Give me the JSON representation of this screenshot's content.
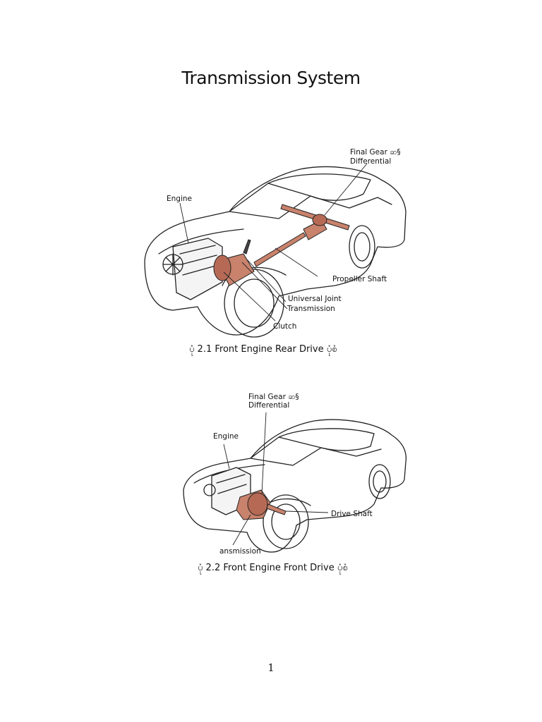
{
  "page": {
    "title": "Transmission System",
    "page_number": "1"
  },
  "figure1": {
    "labels": {
      "final_gear": "Final Gear ဆ§",
      "differential": "Differential",
      "engine": "Engine",
      "propeller_shaft": "Propeller Shaft",
      "universal_joint": "Universal Joint",
      "transmission": "Transmission",
      "clutch": "Clutch"
    },
    "caption": "ပုံ 2.1 Front Engine Rear Drive ပုံစံ"
  },
  "figure2": {
    "labels": {
      "final_gear": "Final Gear ဆ§",
      "differential": "Differential",
      "engine": "Engine",
      "drive_shaft": "Drive Shaft",
      "transmission": "ansmission"
    },
    "caption": "ပုံ 2.2 Front Engine Front Drive ပုံစံ"
  },
  "colors": {
    "drivetrain": "#c9826c",
    "outline": "#222222"
  }
}
